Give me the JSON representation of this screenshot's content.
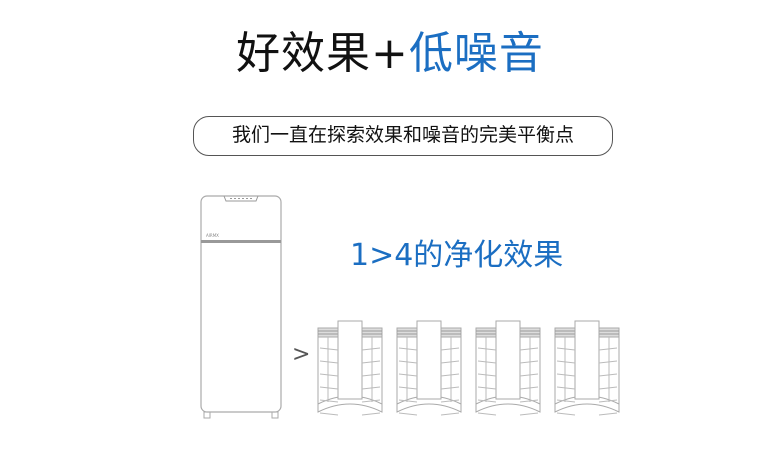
{
  "headline": {
    "part1": "好效果+",
    "part2": "低噪音"
  },
  "tagline": "我们一直在探索效果和噪音的完美平衡点",
  "comparison": {
    "label": "1>4的净化效果",
    "symbol": ">",
    "small_unit_count": 4
  },
  "colors": {
    "accent": "#1b6ec2",
    "text": "#111111"
  }
}
